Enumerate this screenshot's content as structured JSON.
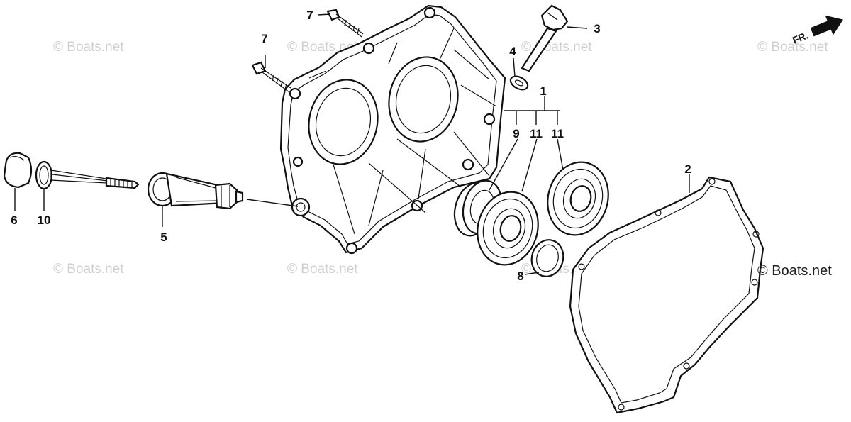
{
  "watermark_text": "© Boats.net",
  "front_indicator": "FR.",
  "callouts": {
    "c1": "1",
    "c2": "2",
    "c3": "3",
    "c4": "4",
    "c5": "5",
    "c6": "6",
    "c7a": "7",
    "c7b": "7",
    "c8": "8",
    "c9": "9",
    "c10": "10",
    "c11a": "11",
    "c11b": "11"
  }
}
